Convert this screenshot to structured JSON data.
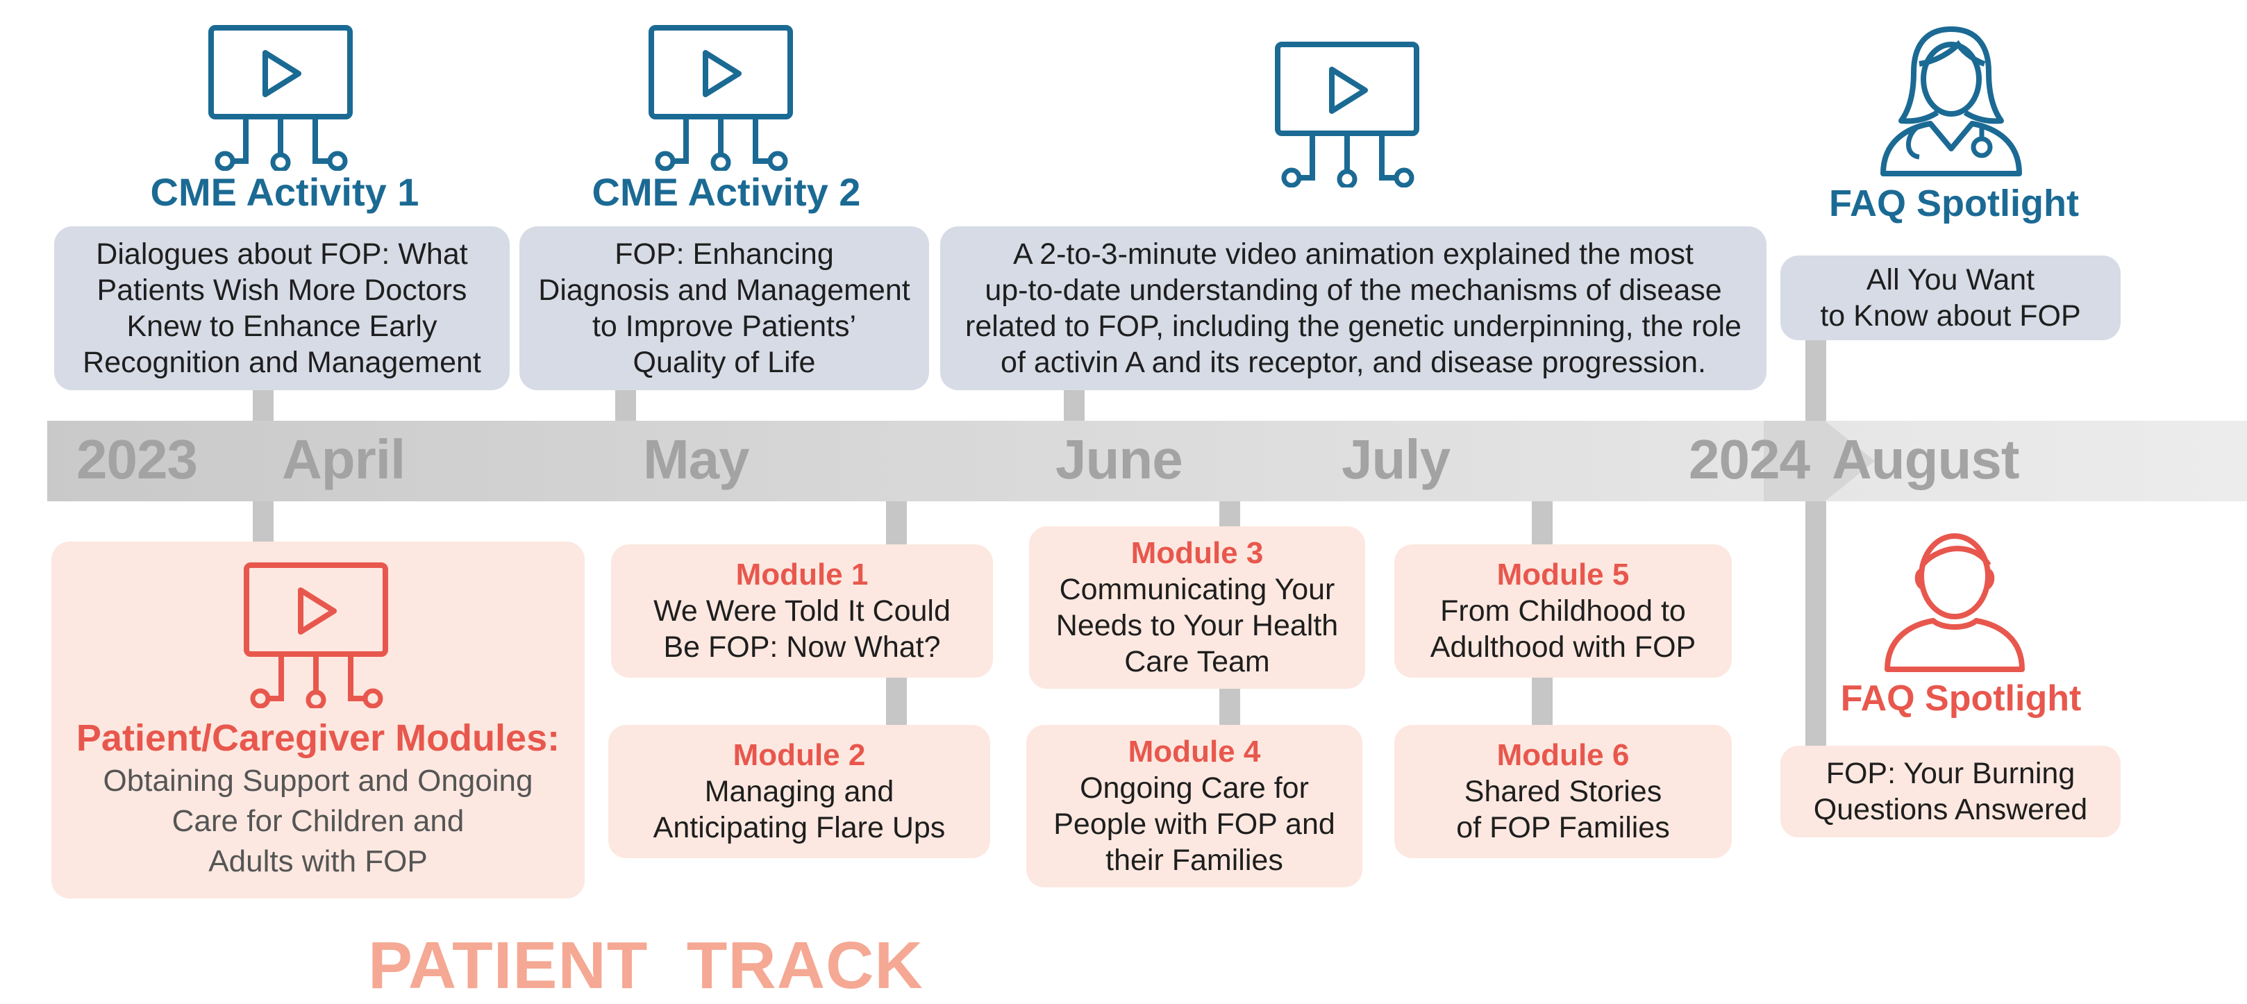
{
  "colors": {
    "cme_blue": "#1b6a94",
    "patient_red": "#e8574d",
    "timeline_gray": "#a3a3a3",
    "cme_box": "#d6dbe6",
    "patient_box": "#fce8e0"
  },
  "timeline": {
    "labels": [
      "2023",
      "April",
      "May",
      "June",
      "July",
      "2024",
      "August"
    ]
  },
  "cme": {
    "activity1": {
      "title": "CME Activity 1",
      "text": "Dialogues about FOP: What\nPatients Wish More Doctors\nKnew to Enhance Early\nRecognition and Management",
      "icon": "video-icon"
    },
    "activity2": {
      "title": "CME Activity 2",
      "text": "FOP: Enhancing\nDiagnosis and Management\nto Improve Patients’\nQuality of Life",
      "icon": "video-icon"
    },
    "animation": {
      "text": "A 2-to-3-minute video animation explained the most\nup-to-date understanding of the mechanisms of disease\nrelated to FOP, including the genetic underpinning, the role\nof activin A and its receptor, and disease progression.",
      "icon": "video-icon"
    },
    "faq": {
      "title": "FAQ Spotlight",
      "text": "All You Want\nto Know about FOP",
      "icon": "doctor-icon"
    }
  },
  "patient": {
    "main": {
      "title": "Patient/Caregiver Modules:",
      "text": "Obtaining Support and Ongoing\nCare for Children and\nAdults with FOP",
      "icon": "video-icon"
    },
    "modules": [
      {
        "title": "Module 1",
        "text": "We Were Told It Could\nBe FOP: Now What?"
      },
      {
        "title": "Module 2",
        "text": "Managing and\nAnticipating Flare Ups"
      },
      {
        "title": "Module 3",
        "text": "Communicating Your\nNeeds to Your Health\nCare Team"
      },
      {
        "title": "Module 4",
        "text": "Ongoing Care for\nPeople with FOP and\ntheir Families"
      },
      {
        "title": "Module 5",
        "text": "From Childhood to\nAdulthood with FOP"
      },
      {
        "title": "Module 6",
        "text": "Shared Stories\nof FOP Families"
      }
    ],
    "faq": {
      "title": "FAQ Spotlight",
      "text": "FOP: Your Burning\nQuestions Answered",
      "icon": "person-icon"
    },
    "track_label": "PATIENT  TRACK"
  }
}
